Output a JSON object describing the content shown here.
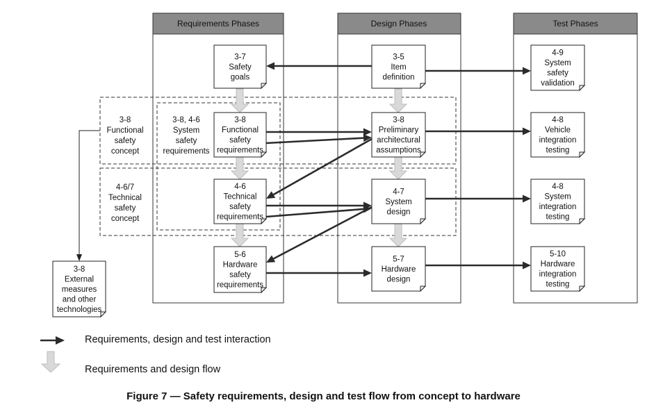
{
  "columns": {
    "requirements": "Requirements Phases",
    "design": "Design Phases",
    "test": "Test Phases"
  },
  "nodes": {
    "safety_goals": [
      "3-7",
      "Safety",
      "goals"
    ],
    "item_definition": [
      "3-5",
      "Item",
      "definition"
    ],
    "system_safety_validation": [
      "4-9",
      "System",
      "safety",
      "validation"
    ],
    "functional_safety_requirements": [
      "3-8",
      "Functional",
      "safety",
      "requirements"
    ],
    "preliminary_architectural_assumptions": [
      "3-8",
      "Preliminary",
      "architectural",
      "assumptions"
    ],
    "vehicle_integration_testing": [
      "4-8",
      "Vehicle",
      "integration",
      "testing"
    ],
    "technical_safety_requirements": [
      "4-6",
      "Technical",
      "safety",
      "requirements"
    ],
    "system_design": [
      "4-7",
      "System",
      "design"
    ],
    "system_integration_testing": [
      "4-8",
      "System",
      "integration",
      "testing"
    ],
    "hardware_safety_requirements": [
      "5-6",
      "Hardware",
      "safety",
      "requirements"
    ],
    "hardware_design": [
      "5-7",
      "Hardware",
      "design"
    ],
    "hardware_integration_testing": [
      "5-10",
      "Hardware",
      "integration",
      "testing"
    ],
    "external_measures": [
      "3-8",
      "External",
      "measures",
      "and other",
      "technologies"
    ]
  },
  "labels": {
    "functional_safety_concept": [
      "3-8",
      "Functional",
      "safety",
      "concept"
    ],
    "technical_safety_concept": [
      "4-6/7",
      "Technical",
      "safety",
      "concept"
    ],
    "system_safety_requirements": [
      "3-8, 4-6",
      "System",
      "safety",
      "requirements"
    ]
  },
  "legend": {
    "interaction": "Requirements, design and test interaction",
    "flow": "Requirements and design flow"
  },
  "caption": "Figure 7 — Safety requirements, design and test flow from concept to hardware"
}
